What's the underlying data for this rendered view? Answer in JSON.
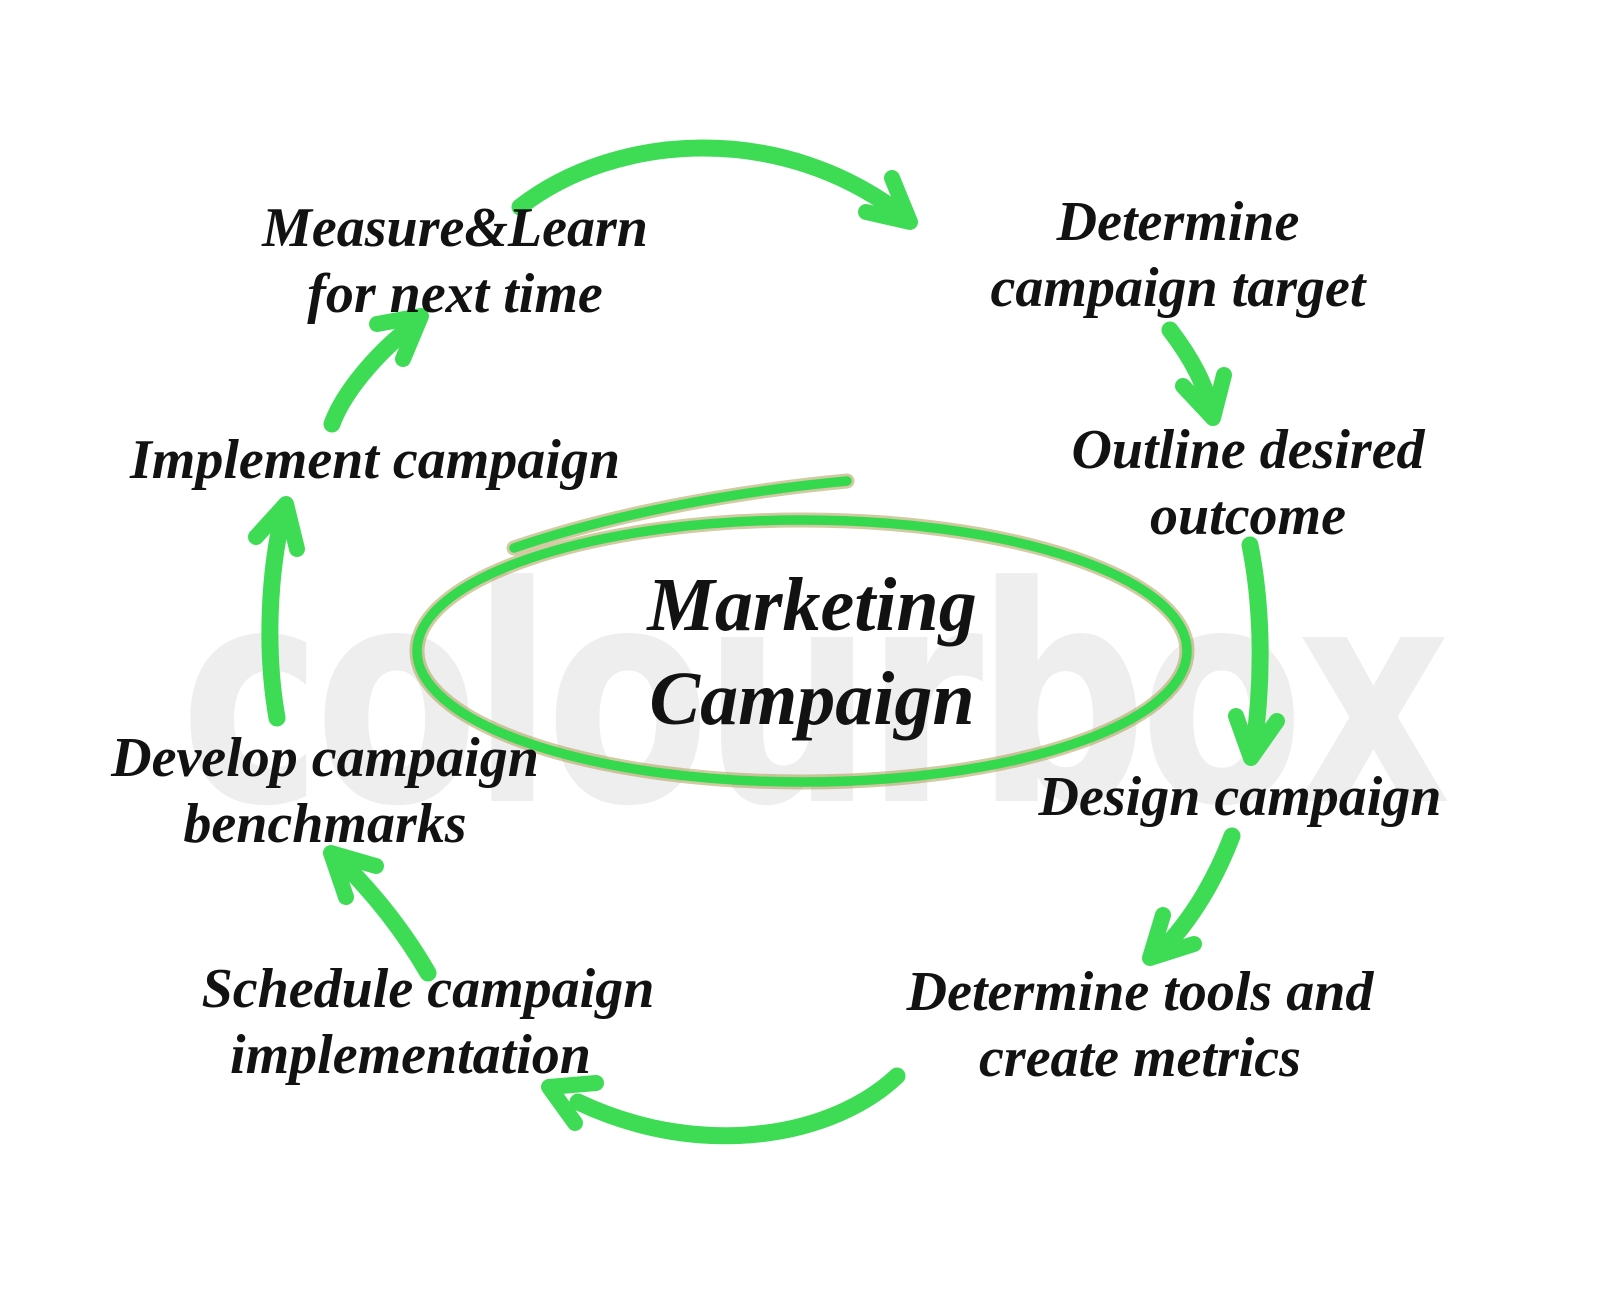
{
  "page": {
    "background": "#ffffff"
  },
  "watermark": {
    "text": "colourbox"
  },
  "colors": {
    "arrow_green": "#3edc55",
    "ellipse_green": "#35d94e",
    "ellipse_halo": "#ac9e55",
    "text": "#121212",
    "watermark": "rgba(0,0,0,0.068)"
  },
  "center": {
    "line1": "Marketing",
    "line2": "Campaign"
  },
  "steps": [
    {
      "id": "measure-learn",
      "line1": "Measure&Learn",
      "line2": "for next time"
    },
    {
      "id": "determine-target",
      "line1": "Determine",
      "line2": "campaign target"
    },
    {
      "id": "outline-outcome",
      "line1": "Outline desired",
      "line2": "outcome"
    },
    {
      "id": "design-campaign",
      "line1": "Design campaign",
      "line2": ""
    },
    {
      "id": "determine-tools",
      "line1": "Determine tools and",
      "line2": "create metrics"
    },
    {
      "id": "schedule-implementation",
      "line1": "Schedule campaign",
      "line2": "implementation"
    },
    {
      "id": "develop-benchmarks",
      "line1": "Develop campaign",
      "line2": "benchmarks"
    },
    {
      "id": "implement-campaign",
      "line1": "Implement campaign",
      "line2": ""
    }
  ]
}
